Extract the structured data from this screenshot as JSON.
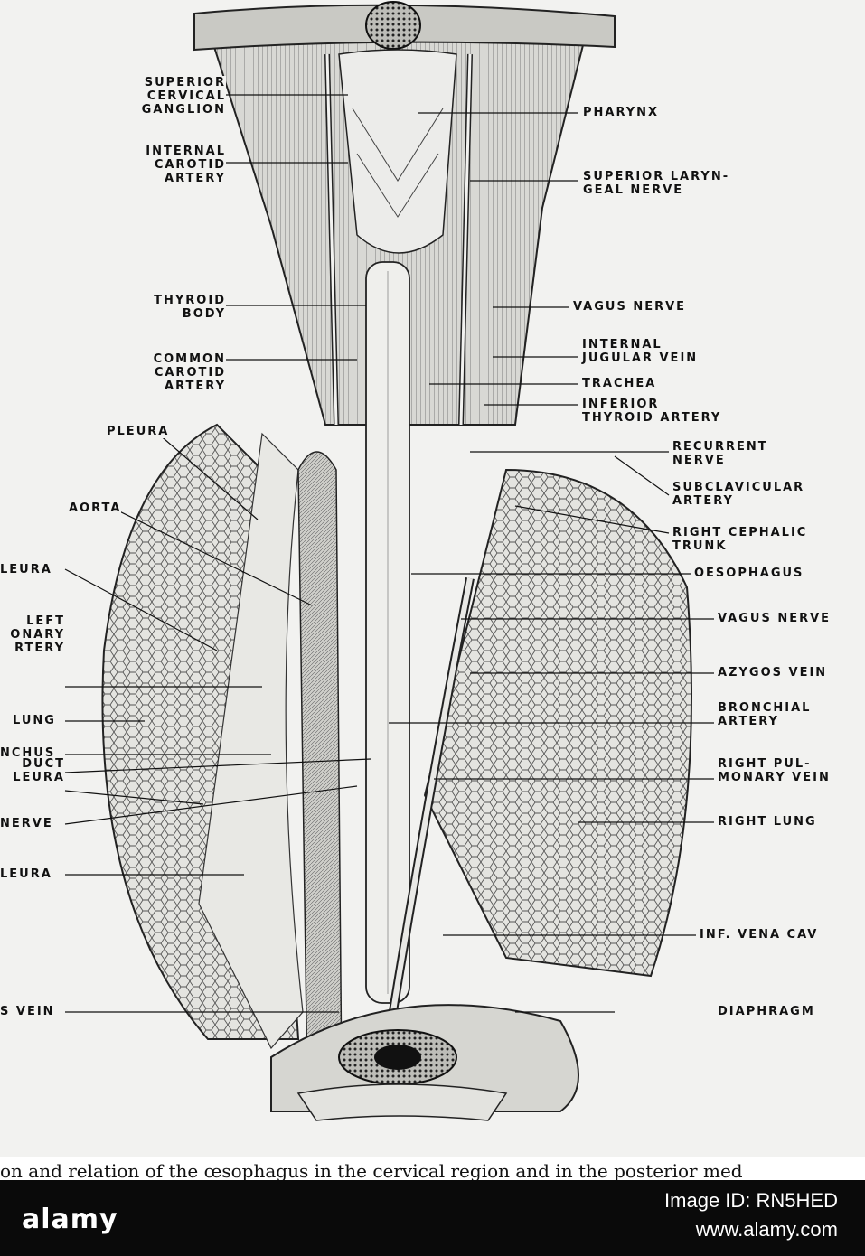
{
  "figure": {
    "labels_left": [
      "SUPERIOR\nCERVICAL\nGANGLION",
      "INTERNAL\nCAROTID\nARTERY",
      "THYROID\nBODY",
      "COMMON\nCAROTID\nARTERY",
      "PLEURA",
      "AORTA",
      "LEURA",
      "LEFT\nONARY\nRTERY",
      "LUNG",
      "NCHUS",
      "DUCT\nLEURA",
      "NERVE",
      "LEURA",
      "S VEIN"
    ],
    "labels_right": [
      "PHARYNX",
      "SUPERIOR LARYN-\nGEAL NERVE",
      "VAGUS NERVE",
      "INTERNAL\nJUGULAR VEIN",
      "TRACHEA",
      "INFERIOR\nTHYROID ARTERY",
      "RECURRENT\nNERVE",
      "SUBCLAVICULAR\nARTERY",
      "RIGHT CEPHALIC\nTRUNK",
      "OESOPHAGUS",
      "VAGUS NERVE",
      "AZYGOS VEIN",
      "BRONCHIAL\nARTERY",
      "RIGHT PUL-\nMONARY VEIN",
      "RIGHT LUNG",
      "INF. VENA CAV",
      "DIAPHRAGM"
    ],
    "caption": "on and relation of the œsophagus in the cervical region and in the posterior med"
  },
  "watermark": {
    "brand": "alamy",
    "stock_id": "Image ID: RN5HED",
    "url": "www.alamy.com"
  },
  "colors": {
    "ink": "#111111",
    "paper": "#f2f2f0",
    "footer": "#0a0a0a"
  }
}
